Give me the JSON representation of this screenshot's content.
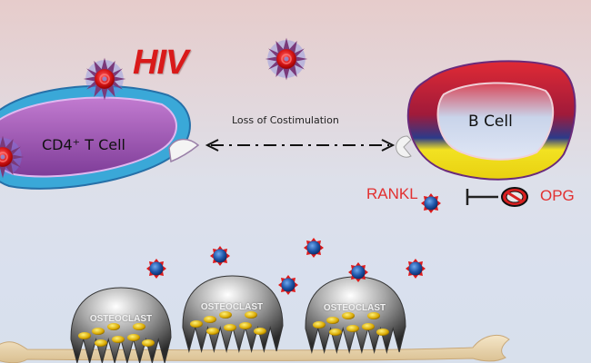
{
  "title": "HIV",
  "cells": {
    "t_cell": "CD4⁺ T Cell",
    "b_cell": "B Cell"
  },
  "interaction_label": "Loss of Costimulation",
  "legend": {
    "rankl": "RANKL",
    "opg": "OPG"
  },
  "osteoclasts": [
    {
      "label": "OSTEOCLAST"
    },
    {
      "label": "OSTEOCLAST"
    },
    {
      "label": "OSTEOCLAST"
    }
  ],
  "colors": {
    "hiv_text": "#d91a1a",
    "label_red": "#e23030",
    "t_cell_outer": "#4fb8e0",
    "t_cell_inner": "#9a4fae",
    "b_cell_top": "#d42a3a",
    "b_cell_bottom": "#f0e020",
    "rankl_core": "#1f56a8"
  }
}
